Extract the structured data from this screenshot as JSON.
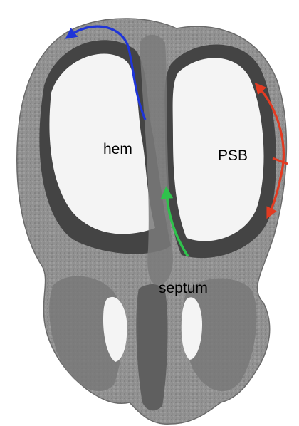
{
  "labels": {
    "hem": "hem",
    "psb": "PSB",
    "septum": "septum"
  },
  "colors": {
    "background": "#ffffff",
    "tissue": "#8f8f8f",
    "tissue_dark": "#5a5a5a",
    "ventricle": "#f4f4f4",
    "arrow_blue": "#1f35d8",
    "arrow_red": "#e23b22",
    "arrow_green": "#2fc24c"
  },
  "icons": {
    "blue_arrow": "arrow-curved-blue",
    "red_arrow": "arrow-double-red",
    "green_arrow": "arrow-up-green"
  }
}
